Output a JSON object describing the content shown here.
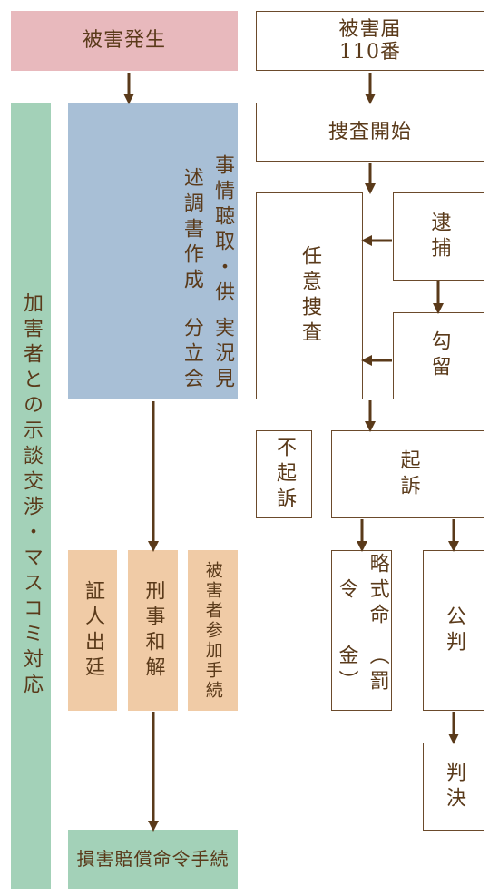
{
  "boxes": {
    "incident": "被害発生",
    "report": "被害届\n110番",
    "investigation_start": "捜査開始",
    "negotiation": "加害者との示談交渉・マスコミ対応",
    "hearing": "事情聴取・供述調書作成",
    "field_inspection": "実況見分立会",
    "arrest": "逮捕",
    "voluntary_investigation": "任意捜査",
    "detention": "勾留",
    "no_indictment": "不起訴",
    "indictment": "起訴",
    "summary_order": "略式命令",
    "fine": "（罰金）",
    "public_trial": "公判",
    "judgment": "判決",
    "witness": "証人出廷",
    "criminal_settlement": "刑事和解",
    "victim_participation": "被害者参加手続",
    "damages_order": "損害賠償命令手続"
  },
  "colors": {
    "arrow": "#5a3a1a",
    "border": "#6b4a2b",
    "incident_fill": "#e8b9bd",
    "negotiation_fill": "#a3d1b8",
    "hearing_fill": "#a8bfd6",
    "procedure_fill": "#f0cba6"
  }
}
